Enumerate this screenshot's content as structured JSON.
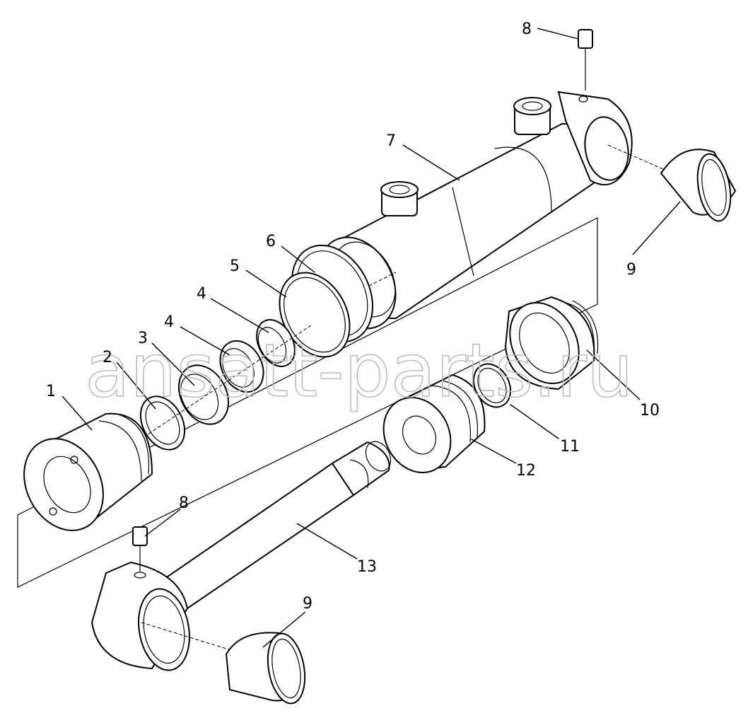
{
  "watermark": "ansatt-parts.ru",
  "labels": {
    "p1": "1",
    "p2": "2",
    "p3": "3",
    "p4a": "4",
    "p4b": "4",
    "p5": "5",
    "p6": "6",
    "p7": "7",
    "p8top": "8",
    "p8bottom": "8",
    "p9right": "9",
    "p9bottom": "9",
    "p10": "10",
    "p11": "11",
    "p12": "12",
    "p13": "13"
  }
}
